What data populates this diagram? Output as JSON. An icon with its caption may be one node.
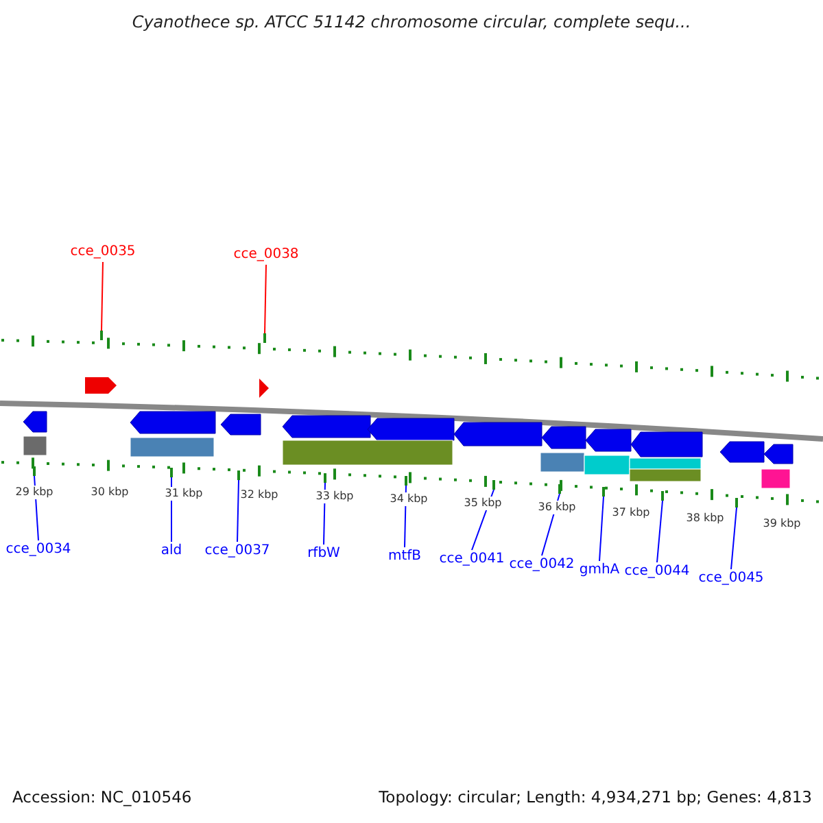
{
  "diagram": {
    "title": "Cyanothece sp. ATCC 51142 chromosome circular, complete sequ...",
    "nodes": [
      {
        "text": [
          "cce_0035"
        ]
      },
      {
        "text": [
          "cce_0038"
        ]
      },
      {
        "text": [
          "cce_0034"
        ]
      },
      {
        "text": [
          "ald"
        ]
      },
      {
        "text": [
          "cce_0037"
        ]
      },
      {
        "text": [
          "rfbW"
        ]
      },
      {
        "text": [
          "mtfB"
        ]
      },
      {
        "text": [
          "cce_0041"
        ]
      },
      {
        "text": [
          "cce_0042"
        ]
      },
      {
        "text": [
          "gmhA"
        ]
      },
      {
        "text": [
          "cce_0044"
        ]
      },
      {
        "text": [
          "cce_0045"
        ]
      },
      {
        "text": [],
        "shape": "bar"
      },
      {
        "text": [],
        "shape": "bar"
      },
      {
        "text": [],
        "shape": "bar"
      },
      {
        "text": [],
        "shape": "bar"
      },
      {
        "text": [],
        "shape": "bar"
      },
      {
        "text": [],
        "shape": "bar"
      },
      {
        "text": [],
        "shape": "bar"
      },
      {
        "text": [],
        "shape": "bar"
      },
      {
        "text": [],
        "shape": "bar"
      },
      {
        "text": [],
        "shape": "bar"
      },
      {
        "text": [],
        "shape": "bar"
      },
      {
        "text": [],
        "shape": "bar"
      }
    ],
    "edges": [
      {
        "from": 0,
        "to": 12,
        "arrow": "none",
        "color": "#ff0000"
      },
      {
        "from": 1,
        "to": 13,
        "arrow": "none",
        "color": "#ff0000"
      },
      {
        "from": 2,
        "to": 14,
        "arrow": "none"
      },
      {
        "from": 3,
        "to": 15,
        "arrow": "none"
      },
      {
        "from": 4,
        "to": 16,
        "arrow": "none"
      },
      {
        "from": 5,
        "to": 17,
        "arrow": "none"
      },
      {
        "from": 6,
        "to": 18,
        "arrow": "none"
      },
      {
        "from": 7,
        "to": 19,
        "arrow": "none"
      },
      {
        "from": 8,
        "to": 20,
        "arrow": "none"
      },
      {
        "from": 9,
        "to": 21,
        "arrow": "none"
      },
      {
        "from": 10,
        "to": 22,
        "arrow": "none"
      },
      {
        "from": 11,
        "to": 23,
        "arrow": "none"
      }
    ],
    "labels": [
      "29 kbp",
      "30 kbp",
      "31 kbp",
      "32 kbp",
      "33 kbp",
      "34 kbp",
      "35 kbp",
      "36 kbp",
      "37 kbp",
      "38 kbp",
      "39 kbp",
      "Accession: NC_010546",
      "Topology: circular; Length: 4,934,271 bp; Genes: 4,813"
    ]
  }
}
